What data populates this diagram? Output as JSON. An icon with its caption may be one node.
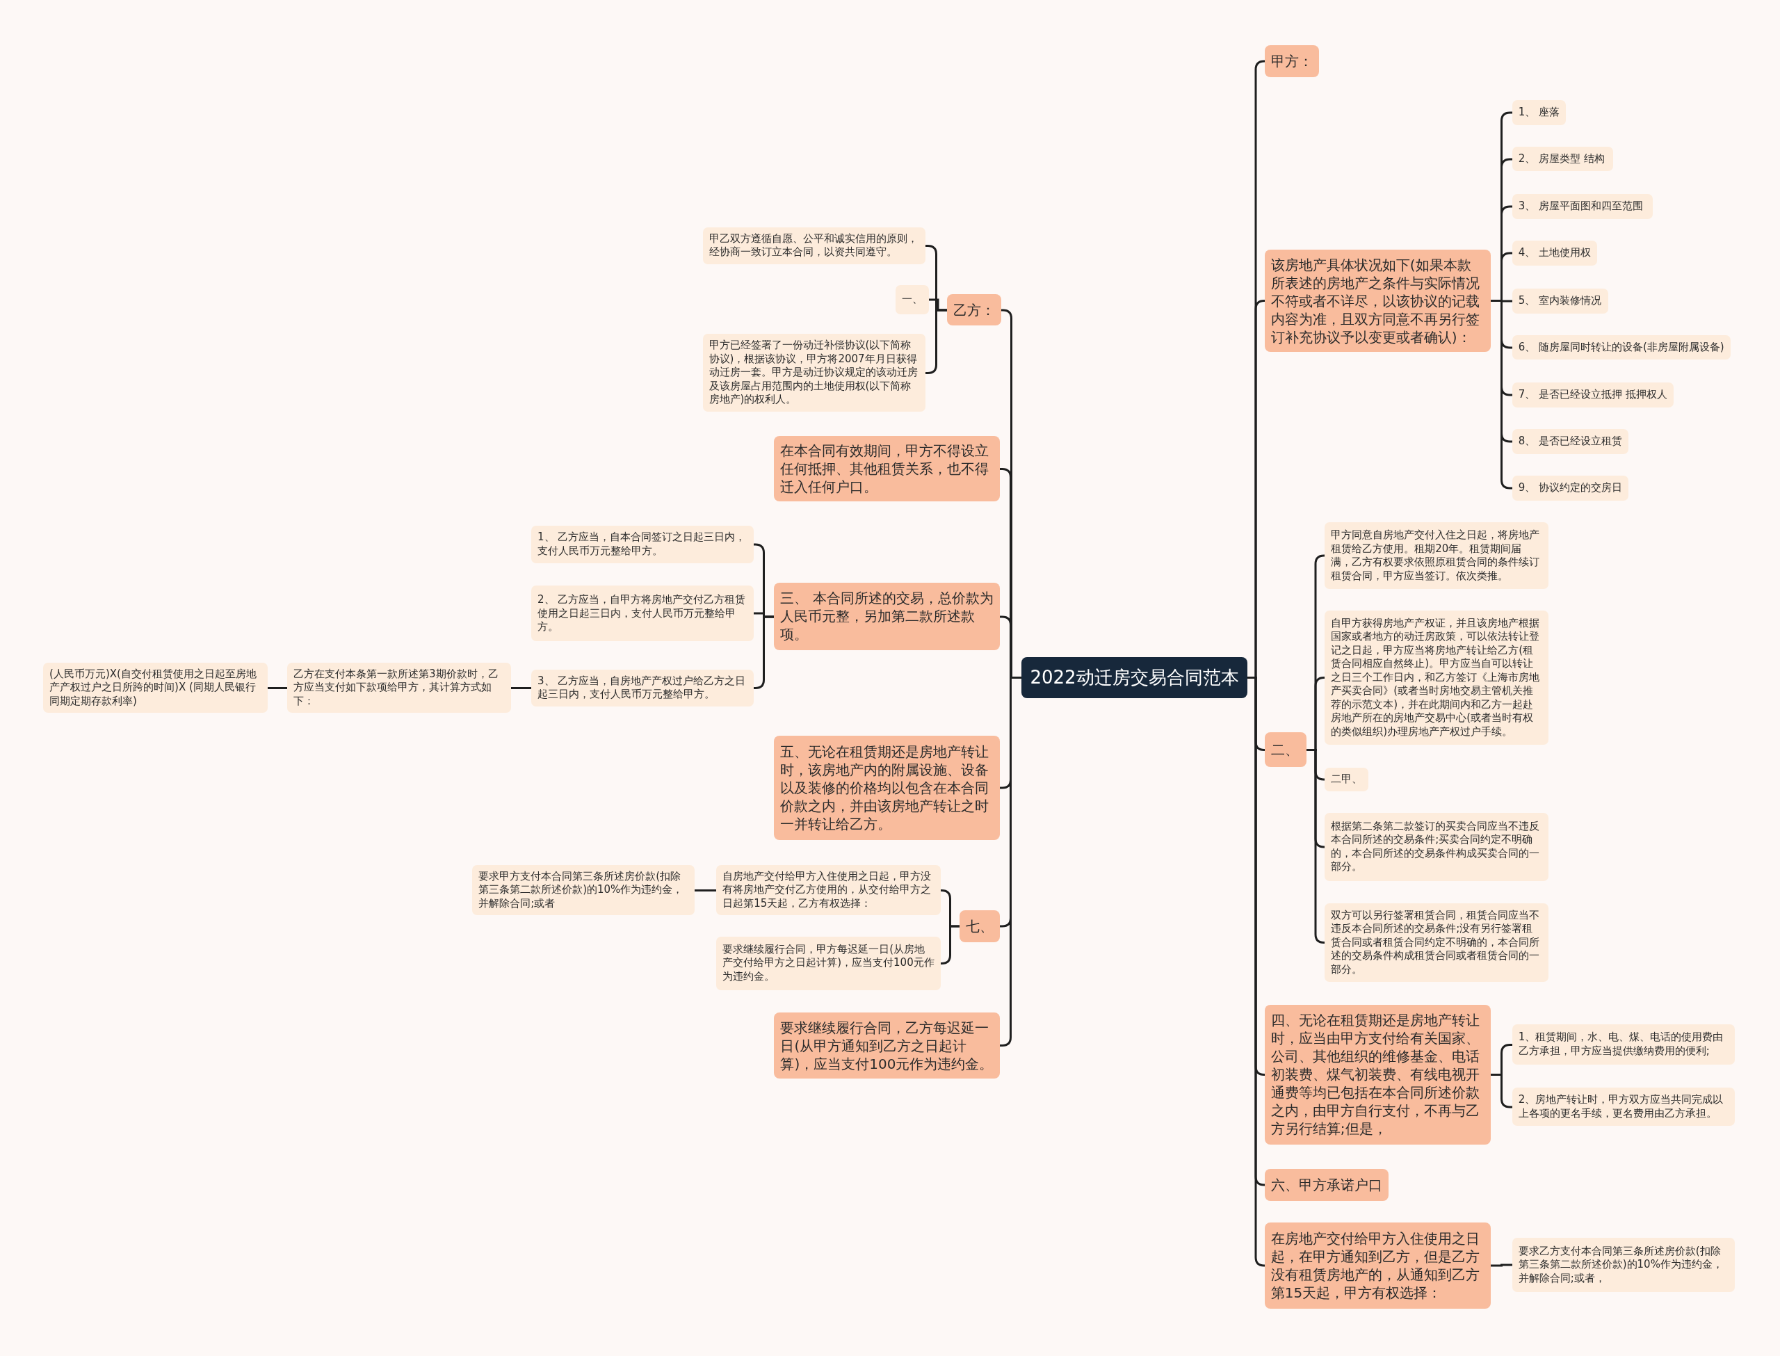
{
  "diagram": {
    "nodes": [
      {
        "text": [
          "2022动迁房交易合同范本"
        ]
      },
      {
        "text": [
          "乙方："
        ]
      },
      {
        "text": [
          "在本合同有效期间，甲方不得设立任何抵押、其他租赁关系，也不得迁入任何户口。"
        ]
      },
      {
        "text": [
          "三、 本合同所述的交易，总价款为人民币元整，另加第二款所述款项。"
        ]
      },
      {
        "text": [
          "五、无论在租赁期还是房地产转让时，该房地产内的附属设施、设备以及装修的价格均以包含在本合同价款之内，并由该房地产转让之时一并转让给乙方。"
        ]
      },
      {
        "text": [
          "七、"
        ]
      },
      {
        "text": [
          "要求继续履行合同，乙方每迟延一日(从甲方通知到乙方之日起计算)，应当支付100元作为违约金。"
        ]
      },
      {
        "text": [
          "甲乙双方遵循自愿、公平和诚实信用的原则，经协商一致订立本合同，以资共同遵守。"
        ]
      },
      {
        "text": [
          "一、"
        ]
      },
      {
        "text": [
          "甲方已经签署了一份动迁补偿协议(以下简称协议)，根据该协议，甲方将2007年月日获得动迁房一套。甲方是动迁协议规定的该动迁房及该房屋占用范围内的土地使用权(以下简称房地产)的权利人。"
        ]
      },
      {
        "text": [
          "1、 乙方应当，自本合同签订之日起三日内，支付人民币万元整给甲方。"
        ]
      },
      {
        "text": [
          "2、 乙方应当，自甲方将房地产交付乙方租赁使用之日起三日内，支付人民币万元整给甲方。"
        ]
      },
      {
        "text": [
          "3、 乙方应当，自房地产产权过户给乙方之日起三日内，支付人民币万元整给甲方。"
        ]
      },
      {
        "text": [
          "乙方在支付本条第一款所述第3期价款时，乙方应当支付如下款项给甲方，其计算方式如下："
        ]
      },
      {
        "text": [
          "(人民币万元)X(自交付租赁使用之日起至房地产产权过户之日所跨的时间)X (同期人民银行同期定期存款利率)"
        ]
      },
      {
        "text": [
          "自房地产交付给甲方入住使用之日起，甲方没有将房地产交付乙方使用的，从交付给甲方之日起第15天起，乙方有权选择："
        ]
      },
      {
        "text": [
          "要求继续履行合同，甲方每迟延一日(从房地产交付给甲方之日起计算)，应当支付100元作为违约金。"
        ]
      },
      {
        "text": [
          "要求甲方支付本合同第三条所述房价款(扣除第三条第二款所述价款)的10%作为违约金，并解除合同;或者"
        ]
      },
      {
        "text": [
          "甲方："
        ]
      },
      {
        "text": [
          "该房地产具体状况如下(如果本款所表述的房地产之条件与实际情况不符或者不详尽，以该协议的记载内容为准，且双方同意不再另行签订补充协议予以变更或者确认)："
        ]
      },
      {
        "text": [
          "二、"
        ]
      },
      {
        "text": [
          "四、无论在租赁期还是房地产转让时，应当由甲方支付给有关国家、公司、其他组织的维修基金、电话初装费、煤气初装费、有线电视开通费等均已包括在本合同所述价款之内，由甲方自行支付，不再与乙方另行结算;但是，"
        ]
      },
      {
        "text": [
          "六、甲方承诺户口"
        ]
      },
      {
        "text": [
          "在房地产交付给甲方入住使用之日起，在甲方通知到乙方，但是乙方没有租赁房地产的，从通知到乙方第15天起，甲方有权选择："
        ]
      },
      {
        "text": [
          "1、 座落"
        ]
      },
      {
        "text": [
          "2、 房屋类型 结构"
        ]
      },
      {
        "text": [
          "3、 房屋平面图和四至范围"
        ]
      },
      {
        "text": [
          "4、 土地使用权"
        ]
      },
      {
        "text": [
          "5、 室内装修情况"
        ]
      },
      {
        "text": [
          "6、 随房屋同时转让的设备(非房屋附属设备)"
        ]
      },
      {
        "text": [
          "7、 是否已经设立抵押 抵押权人"
        ]
      },
      {
        "text": [
          "8、 是否已经设立租赁"
        ]
      },
      {
        "text": [
          "9、 协议约定的交房日"
        ]
      },
      {
        "text": [
          "甲方同意自房地产交付入住之日起，将房地产租赁给乙方使用。租期20年。租赁期间届满，乙方有权要求依照原租赁合同的条件续订租赁合同，甲方应当签订。依次类推。"
        ]
      },
      {
        "text": [
          "自甲方获得房地产产权证，并且该房地产根据国家或者地方的动迁房政策，可以依法转让登记之日起，甲方应当将房地产转让给乙方(租赁合同相应自然终止)。甲方应当自可以转让之日三个工作日内，和乙方签订《上海市房地产买卖合同》(或者当时房地交易主管机关推荐的示范文本)，并在此期间内和乙方一起赴房地产所在的房地产交易中心(或者当时有权的类似组织)办理房地产产权过户手续。"
        ]
      },
      {
        "text": [
          "二甲、"
        ]
      },
      {
        "text": [
          "根据第二条第二款签订的买卖合同应当不违反本合同所述的交易条件;买卖合同约定不明确的，本合同所述的交易条件构成买卖合同的一部分。"
        ]
      },
      {
        "text": [
          "双方可以另行签署租赁合同，租赁合同应当不违反本合同所述的交易条件;没有另行签署租赁合同或者租赁合同约定不明确的，本合同所述的交易条件构成租赁合同或者租赁合同的一部分。"
        ]
      },
      {
        "text": [
          "1、租赁期间，水、电、煤、电话的使用费由乙方承担，甲方应当提供缴纳费用的便利;"
        ]
      },
      {
        "text": [
          "2、房地产转让时，甲方双方应当共同完成以上各项的更名手续，更名费用由乙方承担。"
        ]
      },
      {
        "text": [
          "要求乙方支付本合同第三条所述房价款(扣除第三条第二款所述价款)的10%作为违约金，并解除合同;或者，"
        ]
      }
    ],
    "edges": [
      {
        "from": 0,
        "to": 1,
        "arrow": "none"
      },
      {
        "from": 0,
        "to": 2,
        "arrow": "none"
      },
      {
        "from": 0,
        "to": 3,
        "arrow": "none"
      },
      {
        "from": 0,
        "to": 4,
        "arrow": "none"
      },
      {
        "from": 0,
        "to": 5,
        "arrow": "none"
      },
      {
        "from": 0,
        "to": 6,
        "arrow": "none"
      },
      {
        "from": 0,
        "to": 18,
        "arrow": "none"
      },
      {
        "from": 0,
        "to": 19,
        "arrow": "none"
      },
      {
        "from": 0,
        "to": 20,
        "arrow": "none"
      },
      {
        "from": 0,
        "to": 21,
        "arrow": "none"
      },
      {
        "from": 0,
        "to": 22,
        "arrow": "none"
      },
      {
        "from": 0,
        "to": 23,
        "arrow": "none"
      },
      {
        "from": 1,
        "to": 7,
        "arrow": "none"
      },
      {
        "from": 1,
        "to": 8,
        "arrow": "none"
      },
      {
        "from": 1,
        "to": 9,
        "arrow": "none"
      },
      {
        "from": 3,
        "to": 10,
        "arrow": "none"
      },
      {
        "from": 3,
        "to": 11,
        "arrow": "none"
      },
      {
        "from": 3,
        "to": 12,
        "arrow": "none"
      },
      {
        "from": 12,
        "to": 13,
        "arrow": "none"
      },
      {
        "from": 13,
        "to": 14,
        "arrow": "none"
      },
      {
        "from": 5,
        "to": 15,
        "arrow": "none"
      },
      {
        "from": 5,
        "to": 16,
        "arrow": "none"
      },
      {
        "from": 15,
        "to": 17,
        "arrow": "none"
      },
      {
        "from": 19,
        "to": 24,
        "arrow": "none"
      },
      {
        "from": 19,
        "to": 25,
        "arrow": "none"
      },
      {
        "from": 19,
        "to": 26,
        "arrow": "none"
      },
      {
        "from": 19,
        "to": 27,
        "arrow": "none"
      },
      {
        "from": 19,
        "to": 28,
        "arrow": "none"
      },
      {
        "from": 19,
        "to": 29,
        "arrow": "none"
      },
      {
        "from": 19,
        "to": 30,
        "arrow": "none"
      },
      {
        "from": 19,
        "to": 31,
        "arrow": "none"
      },
      {
        "from": 19,
        "to": 32,
        "arrow": "none"
      },
      {
        "from": 20,
        "to": 33,
        "arrow": "none"
      },
      {
        "from": 20,
        "to": 34,
        "arrow": "none"
      },
      {
        "from": 20,
        "to": 35,
        "arrow": "none"
      },
      {
        "from": 20,
        "to": 36,
        "arrow": "none"
      },
      {
        "from": 20,
        "to": 37,
        "arrow": "none"
      },
      {
        "from": 21,
        "to": 38,
        "arrow": "none"
      },
      {
        "from": 21,
        "to": 39,
        "arrow": "none"
      },
      {
        "from": 23,
        "to": 40,
        "arrow": "none"
      }
    ]
  }
}
